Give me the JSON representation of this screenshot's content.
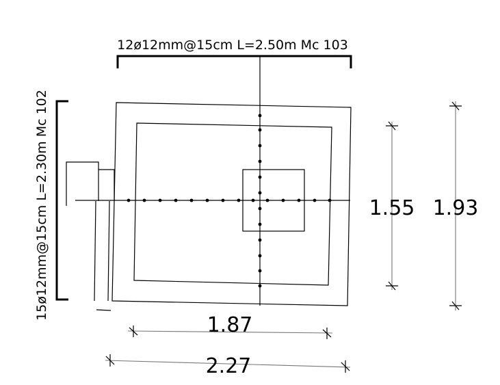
{
  "rebar": {
    "top_label": "12ø12mm@15cm  L=2.50m  Mc  103",
    "left_label": "15ø12mm@15cm  L=2.30m  Mc  102"
  },
  "dimensions": {
    "inner_height": "1.55",
    "outer_height": "1.93",
    "inner_width": "1.87",
    "outer_width": "2.27"
  },
  "colors": {
    "line": "#000000",
    "dimension_line": "#777777",
    "background": "#ffffff"
  }
}
